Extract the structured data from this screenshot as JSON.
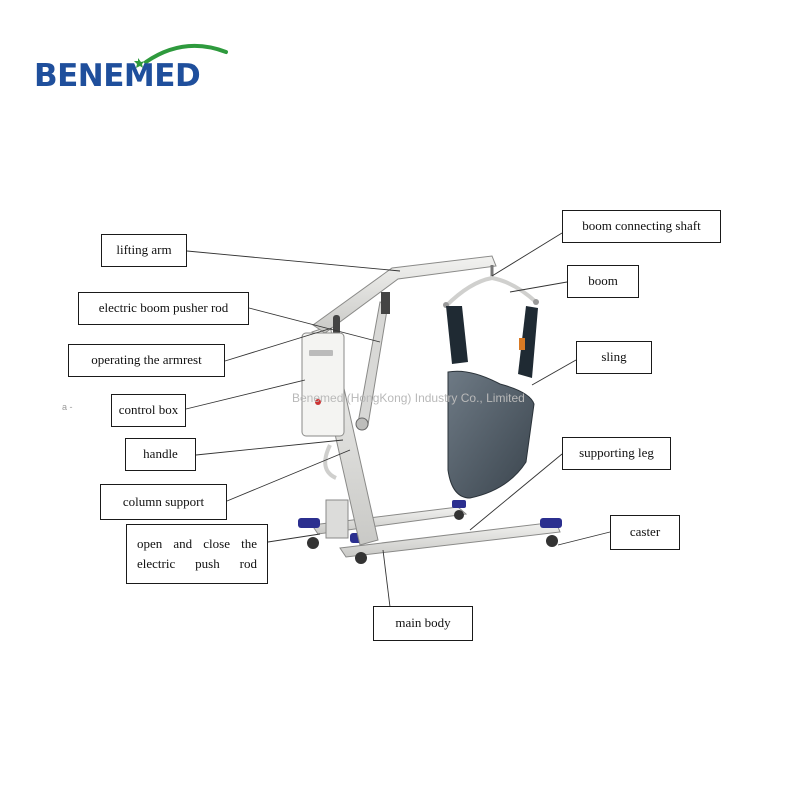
{
  "logo": {
    "brand": "BENEMED",
    "colors": {
      "text": "#1f4f9c",
      "arc": "#2e9a3d"
    }
  },
  "watermark": "Benemed (HongKong) Industry Co., Limited",
  "stray_mark": "a -",
  "labels": {
    "lifting_arm": "lifting arm",
    "boom_connecting_shaft": "boom connecting shaft",
    "boom": "boom",
    "electric_boom_pusher_rod": "electric boom pusher rod",
    "operating_the_armrest": "operating the armrest",
    "sling": "sling",
    "control_box": "control box",
    "handle": "handle",
    "supporting_leg": "supporting leg",
    "column_support": "column support",
    "caster": "caster",
    "open_close_line1": "open and close the",
    "open_close_line2": "electric push rod",
    "main_body": "main body"
  }
}
